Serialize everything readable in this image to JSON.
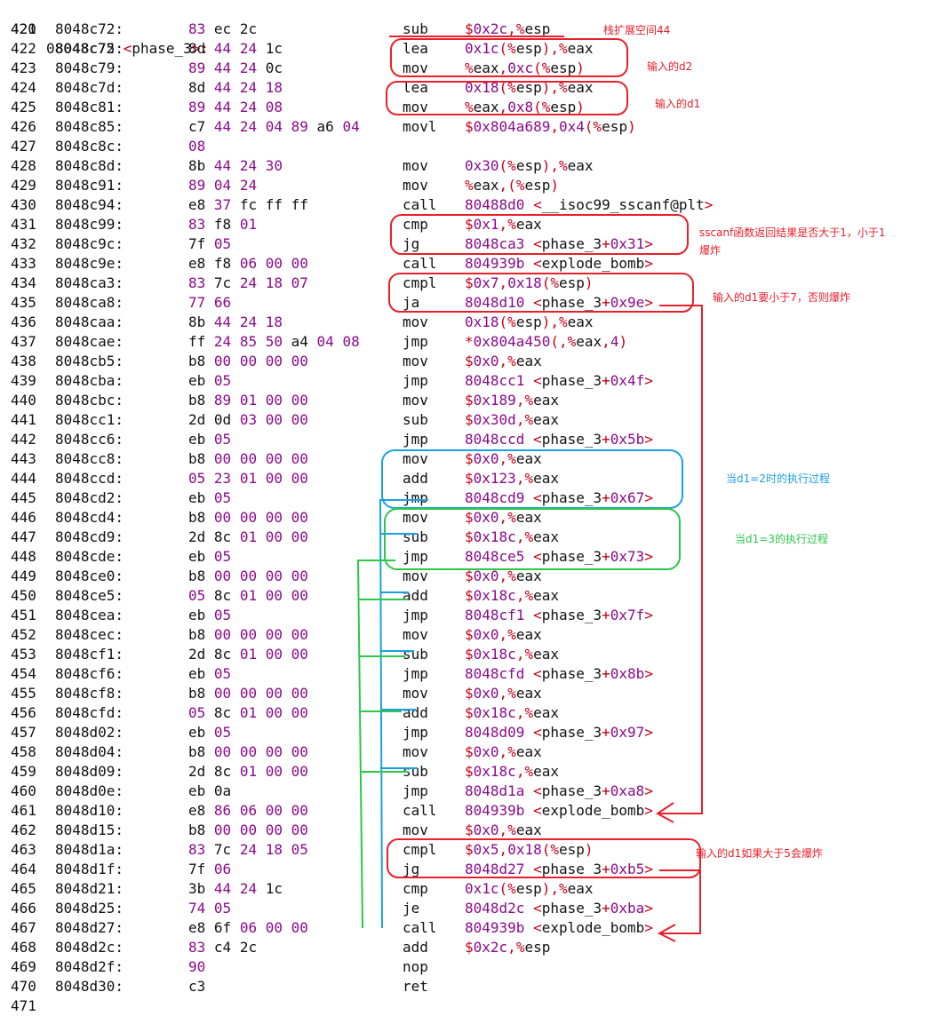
{
  "header": {
    "line_number": "420",
    "text": "08048c72 <phase_3>:"
  },
  "rows": [
    {
      "n": "421",
      "addr": "8048c72:",
      "bytes": "83 ec 2c",
      "mn": "sub",
      "op": "$0x2c,%esp"
    },
    {
      "n": "422",
      "addr": "8048c75:",
      "bytes": "8d 44 24 1c",
      "mn": "lea",
      "op": "0x1c(%esp),%eax"
    },
    {
      "n": "423",
      "addr": "8048c79:",
      "bytes": "89 44 24 0c",
      "mn": "mov",
      "op": "%eax,0xc(%esp)"
    },
    {
      "n": "424",
      "addr": "8048c7d:",
      "bytes": "8d 44 24 18",
      "mn": "lea",
      "op": "0x18(%esp),%eax"
    },
    {
      "n": "425",
      "addr": "8048c81:",
      "bytes": "89 44 24 08",
      "mn": "mov",
      "op": "%eax,0x8(%esp)"
    },
    {
      "n": "426",
      "addr": "8048c85:",
      "bytes": "c7 44 24 04 89 a6 04",
      "mn": "movl",
      "op": "$0x804a689,0x4(%esp)"
    },
    {
      "n": "427",
      "addr": "8048c8c:",
      "bytes": "08",
      "mn": "",
      "op": ""
    },
    {
      "n": "428",
      "addr": "8048c8d:",
      "bytes": "8b 44 24 30",
      "mn": "mov",
      "op": "0x30(%esp),%eax"
    },
    {
      "n": "429",
      "addr": "8048c91:",
      "bytes": "89 04 24",
      "mn": "mov",
      "op": "%eax,(%esp)"
    },
    {
      "n": "430",
      "addr": "8048c94:",
      "bytes": "e8 37 fc ff ff",
      "mn": "call",
      "op": "80488d0 <__isoc99_sscanf@plt>"
    },
    {
      "n": "431",
      "addr": "8048c99:",
      "bytes": "83 f8 01",
      "mn": "cmp",
      "op": "$0x1,%eax"
    },
    {
      "n": "432",
      "addr": "8048c9c:",
      "bytes": "7f 05",
      "mn": "jg",
      "op": "8048ca3 <phase_3+0x31>"
    },
    {
      "n": "433",
      "addr": "8048c9e:",
      "bytes": "e8 f8 06 00 00",
      "mn": "call",
      "op": "804939b <explode_bomb>"
    },
    {
      "n": "434",
      "addr": "8048ca3:",
      "bytes": "83 7c 24 18 07",
      "mn": "cmpl",
      "op": "$0x7,0x18(%esp)"
    },
    {
      "n": "435",
      "addr": "8048ca8:",
      "bytes": "77 66",
      "mn": "ja",
      "op": "8048d10 <phase_3+0x9e>"
    },
    {
      "n": "436",
      "addr": "8048caa:",
      "bytes": "8b 44 24 18",
      "mn": "mov",
      "op": "0x18(%esp),%eax"
    },
    {
      "n": "437",
      "addr": "8048cae:",
      "bytes": "ff 24 85 50 a4 04 08",
      "mn": "jmp",
      "op": "*0x804a450(,%eax,4)"
    },
    {
      "n": "438",
      "addr": "8048cb5:",
      "bytes": "b8 00 00 00 00",
      "mn": "mov",
      "op": "$0x0,%eax"
    },
    {
      "n": "439",
      "addr": "8048cba:",
      "bytes": "eb 05",
      "mn": "jmp",
      "op": "8048cc1 <phase_3+0x4f>"
    },
    {
      "n": "440",
      "addr": "8048cbc:",
      "bytes": "b8 89 01 00 00",
      "mn": "mov",
      "op": "$0x189,%eax"
    },
    {
      "n": "441",
      "addr": "8048cc1:",
      "bytes": "2d 0d 03 00 00",
      "mn": "sub",
      "op": "$0x30d,%eax"
    },
    {
      "n": "442",
      "addr": "8048cc6:",
      "bytes": "eb 05",
      "mn": "jmp",
      "op": "8048ccd <phase_3+0x5b>"
    },
    {
      "n": "443",
      "addr": "8048cc8:",
      "bytes": "b8 00 00 00 00",
      "mn": "mov",
      "op": "$0x0,%eax"
    },
    {
      "n": "444",
      "addr": "8048ccd:",
      "bytes": "05 23 01 00 00",
      "mn": "add",
      "op": "$0x123,%eax"
    },
    {
      "n": "445",
      "addr": "8048cd2:",
      "bytes": "eb 05",
      "mn": "jmp",
      "op": "8048cd9 <phase_3+0x67>"
    },
    {
      "n": "446",
      "addr": "8048cd4:",
      "bytes": "b8 00 00 00 00",
      "mn": "mov",
      "op": "$0x0,%eax"
    },
    {
      "n": "447",
      "addr": "8048cd9:",
      "bytes": "2d 8c 01 00 00",
      "mn": "sub",
      "op": "$0x18c,%eax"
    },
    {
      "n": "448",
      "addr": "8048cde:",
      "bytes": "eb 05",
      "mn": "jmp",
      "op": "8048ce5 <phase_3+0x73>"
    },
    {
      "n": "449",
      "addr": "8048ce0:",
      "bytes": "b8 00 00 00 00",
      "mn": "mov",
      "op": "$0x0,%eax"
    },
    {
      "n": "450",
      "addr": "8048ce5:",
      "bytes": "05 8c 01 00 00",
      "mn": "add",
      "op": "$0x18c,%eax"
    },
    {
      "n": "451",
      "addr": "8048cea:",
      "bytes": "eb 05",
      "mn": "jmp",
      "op": "8048cf1 <phase_3+0x7f>"
    },
    {
      "n": "452",
      "addr": "8048cec:",
      "bytes": "b8 00 00 00 00",
      "mn": "mov",
      "op": "$0x0,%eax"
    },
    {
      "n": "453",
      "addr": "8048cf1:",
      "bytes": "2d 8c 01 00 00",
      "mn": "sub",
      "op": "$0x18c,%eax"
    },
    {
      "n": "454",
      "addr": "8048cf6:",
      "bytes": "eb 05",
      "mn": "jmp",
      "op": "8048cfd <phase_3+0x8b>"
    },
    {
      "n": "455",
      "addr": "8048cf8:",
      "bytes": "b8 00 00 00 00",
      "mn": "mov",
      "op": "$0x0,%eax"
    },
    {
      "n": "456",
      "addr": "8048cfd:",
      "bytes": "05 8c 01 00 00",
      "mn": "add",
      "op": "$0x18c,%eax"
    },
    {
      "n": "457",
      "addr": "8048d02:",
      "bytes": "eb 05",
      "mn": "jmp",
      "op": "8048d09 <phase_3+0x97>"
    },
    {
      "n": "458",
      "addr": "8048d04:",
      "bytes": "b8 00 00 00 00",
      "mn": "mov",
      "op": "$0x0,%eax"
    },
    {
      "n": "459",
      "addr": "8048d09:",
      "bytes": "2d 8c 01 00 00",
      "mn": "sub",
      "op": "$0x18c,%eax"
    },
    {
      "n": "460",
      "addr": "8048d0e:",
      "bytes": "eb 0a",
      "mn": "jmp",
      "op": "8048d1a <phase_3+0xa8>"
    },
    {
      "n": "461",
      "addr": "8048d10:",
      "bytes": "e8 86 06 00 00",
      "mn": "call",
      "op": "804939b <explode_bomb>"
    },
    {
      "n": "462",
      "addr": "8048d15:",
      "bytes": "b8 00 00 00 00",
      "mn": "mov",
      "op": "$0x0,%eax"
    },
    {
      "n": "463",
      "addr": "8048d1a:",
      "bytes": "83 7c 24 18 05",
      "mn": "cmpl",
      "op": "$0x5,0x18(%esp)"
    },
    {
      "n": "464",
      "addr": "8048d1f:",
      "bytes": "7f 06",
      "mn": "jg",
      "op": "8048d27 <phase_3+0xb5>"
    },
    {
      "n": "465",
      "addr": "8048d21:",
      "bytes": "3b 44 24 1c",
      "mn": "cmp",
      "op": "0x1c(%esp),%eax"
    },
    {
      "n": "466",
      "addr": "8048d25:",
      "bytes": "74 05",
      "mn": "je",
      "op": "8048d2c <phase_3+0xba>"
    },
    {
      "n": "467",
      "addr": "8048d27:",
      "bytes": "e8 6f 06 00 00",
      "mn": "call",
      "op": "804939b <explode_bomb>"
    },
    {
      "n": "468",
      "addr": "8048d2c:",
      "bytes": "83 c4 2c",
      "mn": "add",
      "op": "$0x2c,%esp"
    },
    {
      "n": "469",
      "addr": "8048d2f:",
      "bytes": "90",
      "mn": "nop",
      "op": ""
    },
    {
      "n": "470",
      "addr": "8048d30:",
      "bytes": "c3",
      "mn": "ret",
      "op": ""
    },
    {
      "n": "471",
      "addr": "",
      "bytes": "",
      "mn": "",
      "op": ""
    }
  ],
  "annotations": {
    "stack_note": "栈扩展空间44",
    "d2_note": "输入的d2",
    "d1_note": "输入的d1",
    "sscanf_note_line1": "sscanf函数返回结果是否大于1，小于1",
    "sscanf_note_line2": "爆炸",
    "d1_lt7_note": "输入的d1要小于7，否则爆炸",
    "d1_eq2_note": "当d1=2时的执行过程",
    "d1_eq3_note": "当d1=3的执行过程",
    "d1_gt5_note": "输入的d1如果大于5会爆炸"
  },
  "colors": {
    "red": "#e8202a",
    "blue": "#1aa0e6",
    "green": "#2cc64a",
    "purple": "#8a0a8a"
  }
}
